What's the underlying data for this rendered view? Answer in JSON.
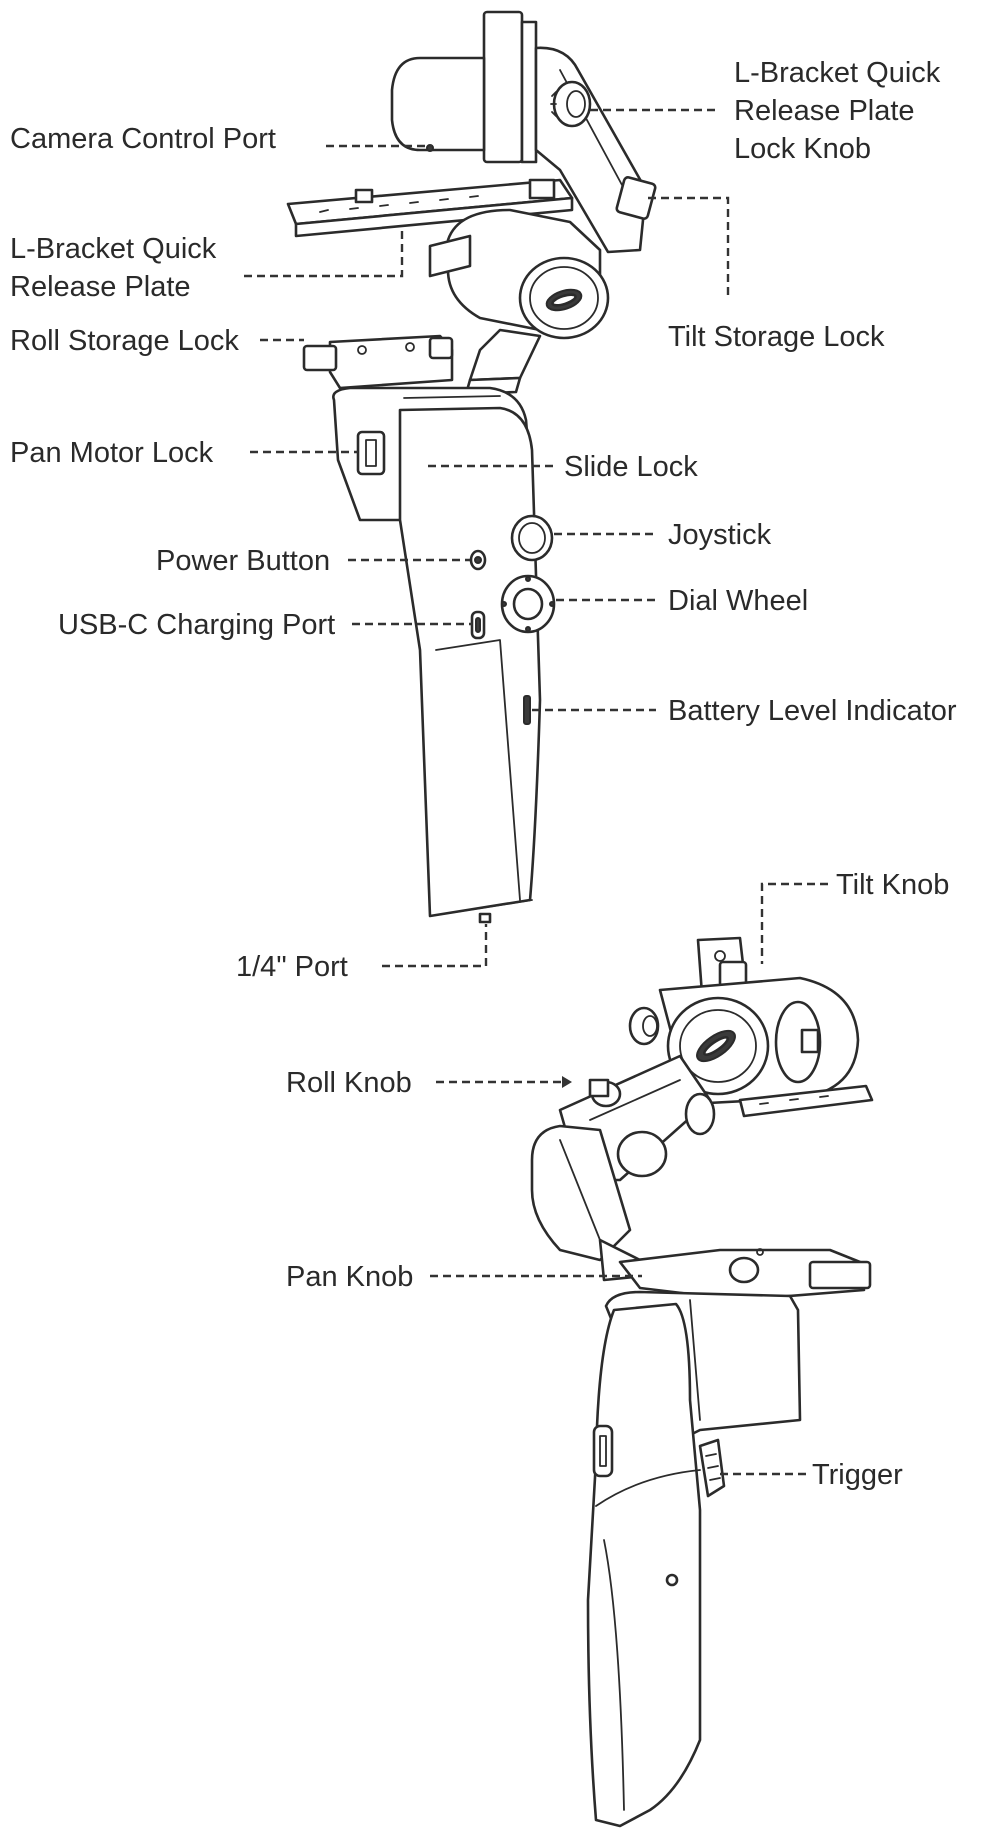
{
  "labels": {
    "camera_control_port": "Camera Control Port",
    "lbracket_lock_knob": [
      "L-Bracket Quick",
      "Release Plate",
      "Lock Knob"
    ],
    "lbracket_plate": [
      "L-Bracket Quick",
      "Release Plate"
    ],
    "tilt_storage_lock": "Tilt Storage Lock",
    "roll_storage_lock": "Roll Storage Lock",
    "pan_motor_lock": "Pan Motor Lock",
    "slide_lock": "Slide Lock",
    "joystick": "Joystick",
    "power_button": "Power Button",
    "dial_wheel": "Dial Wheel",
    "usbc_port": "USB-C Charging Port",
    "battery_indicator": "Battery Level Indicator",
    "quarter_port": "1/4\" Port",
    "tilt_knob": "Tilt Knob",
    "roll_knob": "Roll Knob",
    "pan_knob": "Pan Knob",
    "trigger": "Trigger"
  },
  "colors": {
    "ink": "#2b2b2b",
    "text": "#2a2a2a",
    "background": "#ffffff"
  }
}
